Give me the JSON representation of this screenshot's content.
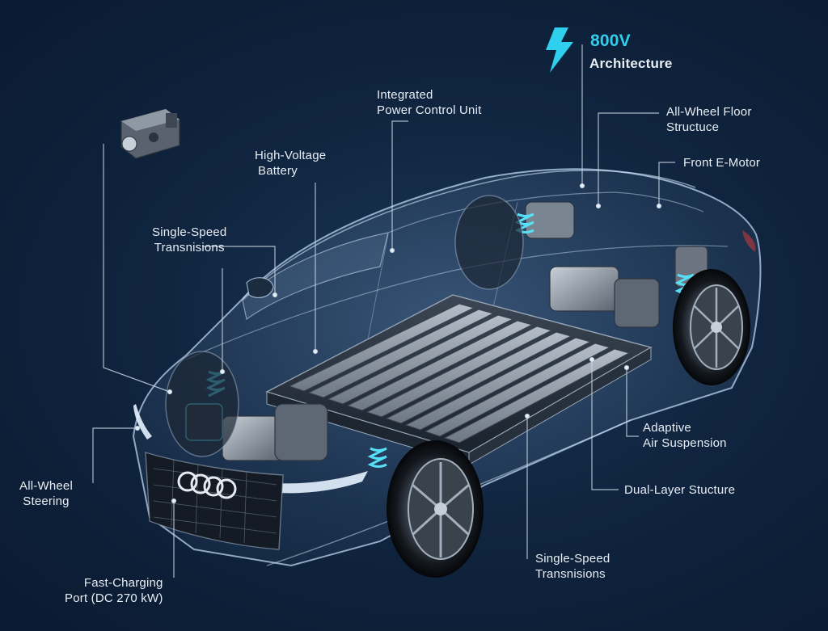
{
  "highlight": {
    "line1": "800V",
    "line2": "Architecture",
    "accent": "#2fd0ee"
  },
  "labels": {
    "integrated_power": {
      "line1": "Integrated",
      "line2": "Power  Control Unit"
    },
    "all_wheel_floor": {
      "line1": "All-Wheel Floor",
      "line2": "Structuce"
    },
    "front_emotor": {
      "line1": "Front E-Motor"
    },
    "high_voltage_battery": {
      "line1": "High-Voltage",
      "line2": "Battery"
    },
    "single_speed_top": {
      "line1": "Single-Speed",
      "line2": "Transnisions"
    },
    "adaptive_air": {
      "line1": "Adaptive",
      "line2": "Air Suspension"
    },
    "dual_layer": {
      "line1": "Dual-Layer Stucture"
    },
    "all_wheel_steering": {
      "line1": "All-Wheel",
      "line2": "Steering"
    },
    "fast_charging": {
      "line1": "Fast-Charging",
      "line2": "Port (DC 270 kW)"
    },
    "single_speed_bottom": {
      "line1": "Single-Speed",
      "line2": "Transnisions"
    }
  },
  "badge": {
    "logo": "audi-rings"
  },
  "colors": {
    "background": "#0f2340",
    "outline": "#bcd6f0",
    "component": "#56e0f5",
    "battery_cell": "#8f9aa6",
    "leader": "#c8d4e0"
  }
}
